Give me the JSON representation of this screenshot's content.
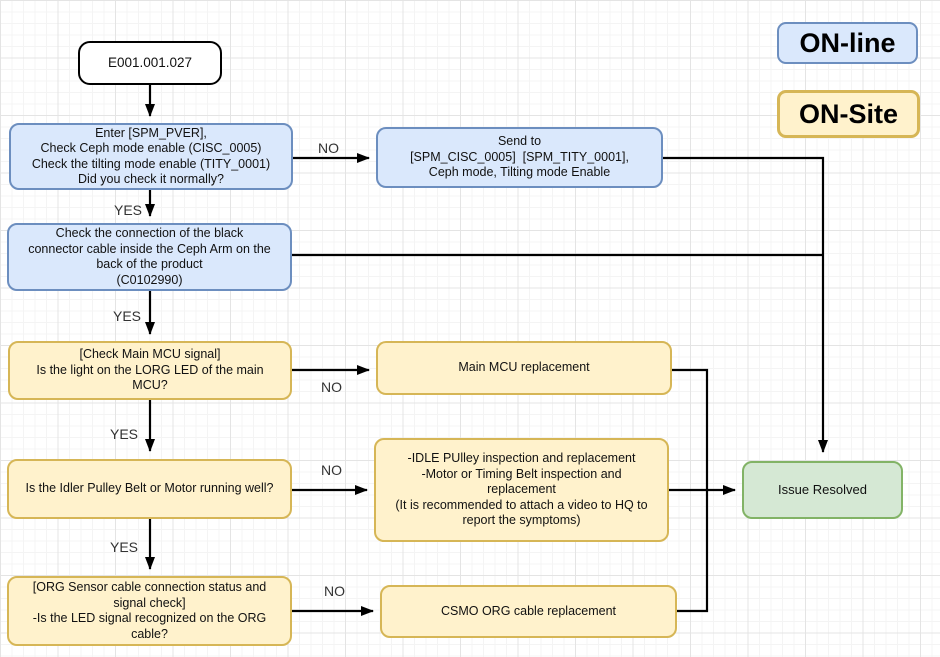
{
  "legend": {
    "online_label": "ON-line",
    "onsite_label": "ON-Site"
  },
  "nodes": {
    "start": "E001.001.027",
    "enter_spm_pver": "Enter [SPM_PVER],\nCheck Ceph mode enable (CISC_0005)\nCheck the tilting mode enable (TITY_0001)\nDid you check it normally?",
    "send_to": "Send to\n[SPM_CISC_0005]  [SPM_TITY_0001],\nCeph mode, Tilting mode Enable",
    "check_black_connector": "Check the connection of the black\nconnector cable inside the Ceph Arm on the\nback of the product\n(C0102990)",
    "check_main_mcu": "[Check Main MCU signal]\nIs the light on the LORG LED of the main\nMCU?",
    "main_mcu_replacement": "Main MCU replacement",
    "idler_pulley_check": "Is the Idler Pulley Belt or Motor running well?",
    "idle_pulley_inspection": "-IDLE PUlley inspection and replacement\n-Motor or Timing Belt inspection and\nreplacement\n(It is recommended to attach a video to HQ to\nreport the symptoms)",
    "org_sensor_check": "[ORG Sensor cable connection status and\nsignal check]\n-Is the LED signal recognized on the ORG\ncable?",
    "csmo_org_replacement": "CSMO ORG cable replacement",
    "issue_resolved": "Issue Resolved"
  },
  "edge_labels": {
    "yes1": "YES",
    "yes2": "YES",
    "yes3": "YES",
    "yes4": "YES",
    "no1": "NO",
    "no2": "NO",
    "no3": "NO",
    "no4": "NO"
  },
  "colors": {
    "online_fill": "#dae8fc",
    "online_border": "#6c8ebf",
    "onsite_fill": "#fff2cc",
    "onsite_border": "#d6b656",
    "resolved_fill": "#d5e8d4",
    "resolved_border": "#82b366",
    "start_fill": "#ffffff",
    "start_border": "#000000",
    "connector": "#000000"
  }
}
